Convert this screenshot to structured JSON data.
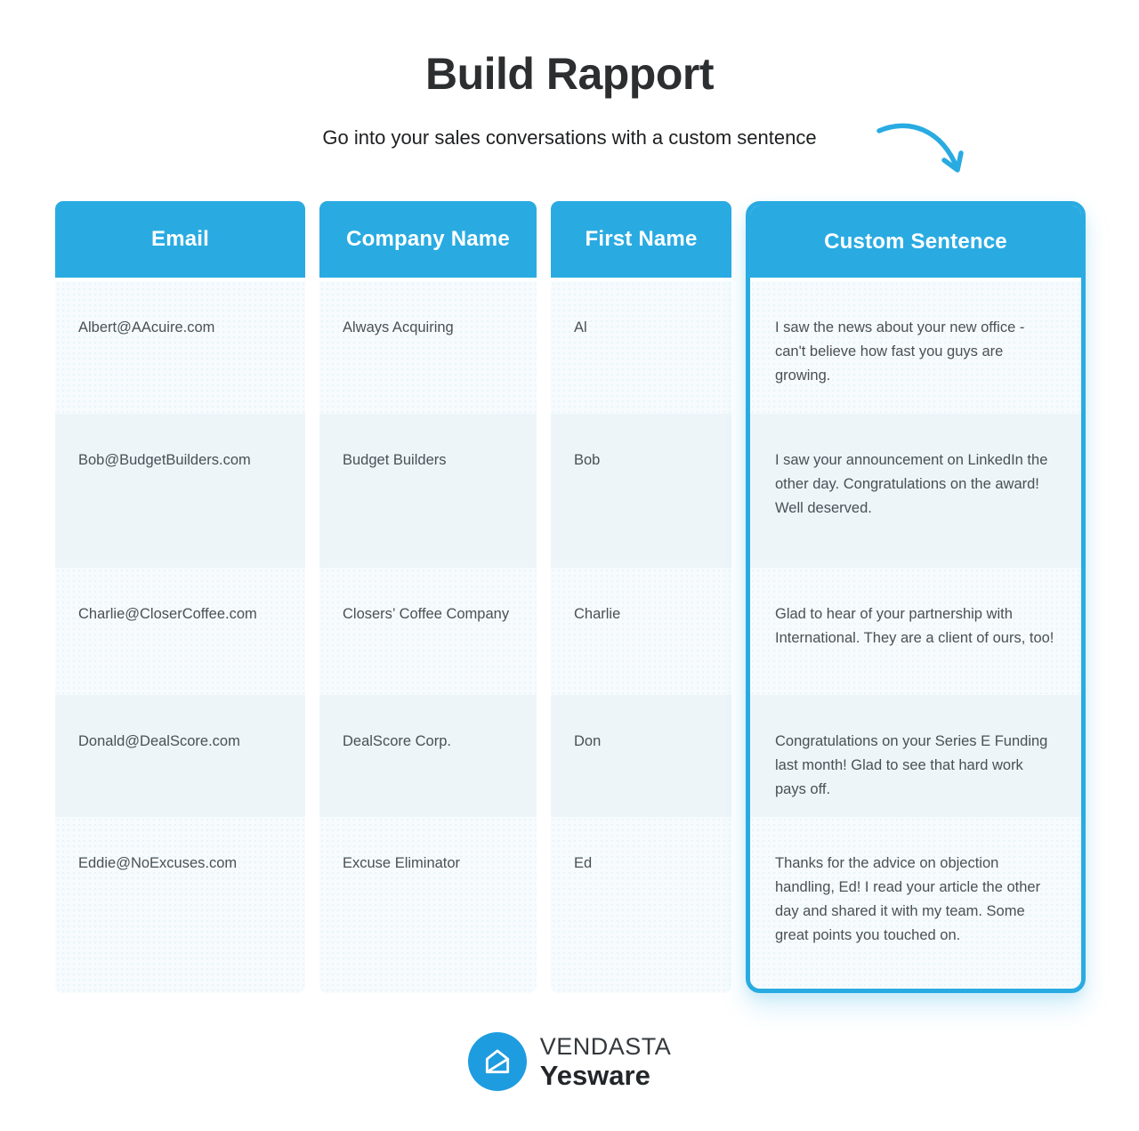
{
  "page": {
    "title": "Build Rapport",
    "subtitle": "Go into your sales conversations with a custom sentence"
  },
  "table": {
    "columns": [
      {
        "key": "email",
        "label": "Email"
      },
      {
        "key": "company",
        "label": "Company Name"
      },
      {
        "key": "first_name",
        "label": "First Name"
      },
      {
        "key": "custom_sentence",
        "label": "Custom Sentence"
      }
    ],
    "rows": [
      {
        "email": "Albert@AAcuire.com",
        "company": "Always Acquiring",
        "first_name": "Al",
        "custom_sentence": "I saw the news about your new office - can't believe how fast you guys are growing."
      },
      {
        "email": "Bob@BudgetBuilders.com",
        "company": "Budget Builders",
        "first_name": "Bob",
        "custom_sentence": "I saw your announcement on LinkedIn the other day. Congratulations on the award! Well deserved."
      },
      {
        "email": "Charlie@CloserCoffee.com",
        "company": "Closers’ Coffee Company",
        "first_name": "Charlie",
        "custom_sentence": "Glad to hear of your partnership with International. They are a client of ours, too!"
      },
      {
        "email": "Donald@DealScore.com",
        "company": "DealScore Corp.",
        "first_name": "Don",
        "custom_sentence": "Congratulations on your Series E Funding last month! Glad to see that hard work pays off."
      },
      {
        "email": "Eddie@NoExcuses.com",
        "company": "Excuse Eliminator",
        "first_name": "Ed",
        "custom_sentence": "Thanks for the advice on objection handling, Ed! I read your article the other day and shared it with my team. Some great points you touched on."
      }
    ]
  },
  "chart_data": {
    "type": "table",
    "title": "Build Rapport",
    "columns": [
      "Email",
      "Company Name",
      "First Name",
      "Custom Sentence"
    ],
    "rows": [
      [
        "Albert@AAcuire.com",
        "Always Acquiring",
        "Al",
        "I saw the news about your new office - can't believe how fast you guys are growing."
      ],
      [
        "Bob@BudgetBuilders.com",
        "Budget Builders",
        "Bob",
        "I saw your announcement on LinkedIn the other day. Congratulations on the award! Well deserved."
      ],
      [
        "Charlie@CloserCoffee.com",
        "Closers’ Coffee Company",
        "Charlie",
        "Glad to hear of your partnership with International. They are a client of ours, too!"
      ],
      [
        "Donald@DealScore.com",
        "DealScore Corp.",
        "Don",
        "Congratulations on your Series E Funding last month! Glad to see that hard work pays off."
      ],
      [
        "Eddie@NoExcuses.com",
        "Excuse Eliminator",
        "Ed",
        "Thanks for the advice on objection handling, Ed! I read your article the other day and shared it with my team. Some great points you touched on."
      ]
    ],
    "highlighted_column": "Custom Sentence"
  },
  "footer": {
    "brand_primary": "VENDASTA",
    "brand_secondary": "Yesware",
    "logo_icon": "open-envelope-icon"
  },
  "icons": {
    "annotation_arrow": "curved-arrow-down-right-icon"
  },
  "colors": {
    "accent_blue": "#29ABE2",
    "logo_circle_blue": "#1E9CE0",
    "row_light": "#F7FBFD",
    "row_dark": "#EDF5F9",
    "title_text": "#2D2E30",
    "body_text": "#4A5055",
    "header_text": "#FFFFFF"
  }
}
